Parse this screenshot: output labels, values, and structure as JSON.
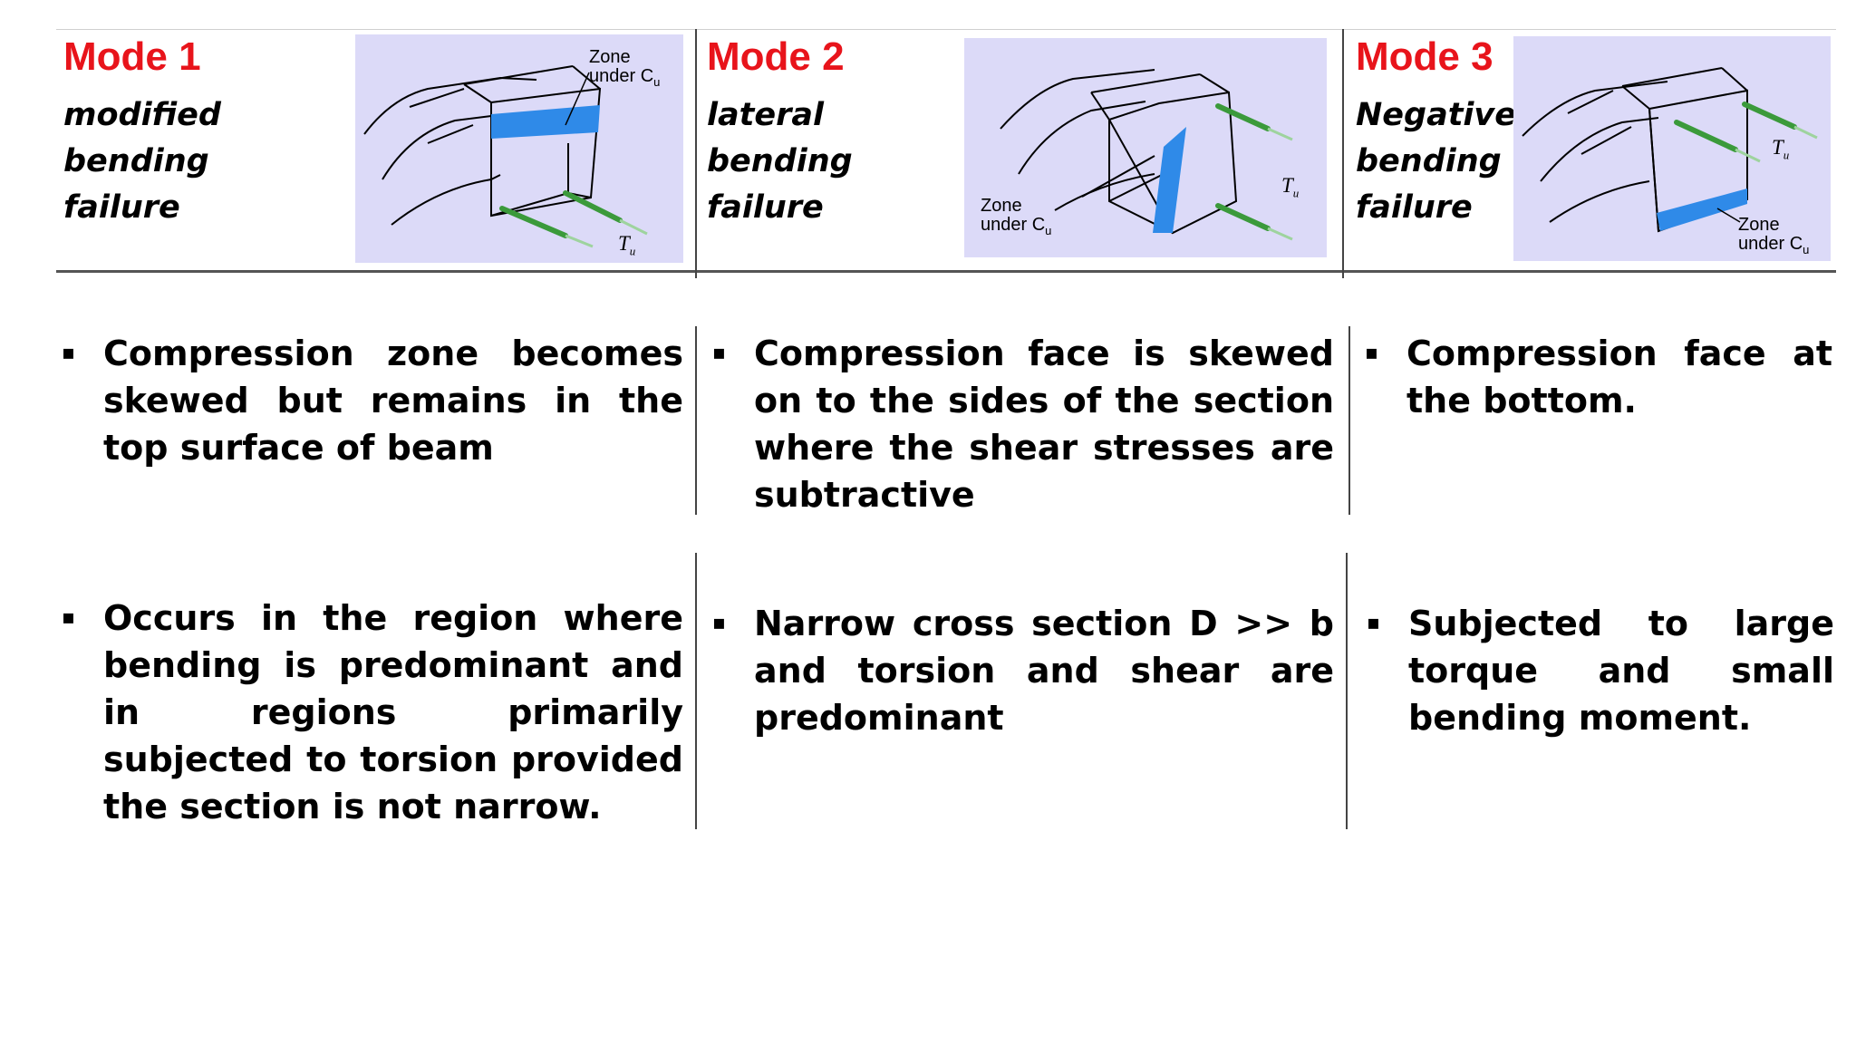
{
  "modes": [
    {
      "title": "Mode 1",
      "subtitle": [
        "modified",
        "bending",
        "failure"
      ],
      "figure": {
        "zone_label": [
          "Zone",
          "under C"
        ],
        "zone_sub": "u",
        "t_label": "T",
        "t_sub": "u",
        "colors": {
          "zone": "#2f8ae8",
          "bar": "#3b9a3b"
        }
      }
    },
    {
      "title": "Mode 2",
      "subtitle": [
        "lateral",
        "bending",
        "failure"
      ],
      "figure": {
        "zone_label": [
          "Zone",
          "under C"
        ],
        "zone_sub": "u",
        "t_label": "T",
        "t_sub": "u"
      }
    },
    {
      "title": "Mode 3",
      "subtitle": [
        "Negative",
        "bending",
        "failure"
      ],
      "figure": {
        "zone_label": [
          "Zone",
          "under C"
        ],
        "zone_sub": "u",
        "t_label": "T",
        "t_sub": "u"
      }
    }
  ],
  "row1": [
    "Compression zone becomes skewed but remains in the top surface of beam",
    "Compression face is skewed on to the sides of the section where the shear stresses are subtractive",
    "Compression face at the bottom."
  ],
  "row2": [
    "Occurs in the region where bending is predominant and in regions primarily subjected to torsion provided the section is not narrow.",
    "Narrow cross section D >> b and torsion and shear are predominant",
    "Subjected to large torque and small bending moment."
  ],
  "bullet_glyph": "▪",
  "colors": {
    "title_red": "#e8141b",
    "figure_bg": "#dcdaf8",
    "zone_blue": "#2f8ae8",
    "bar_green": "#3b9a3b"
  }
}
